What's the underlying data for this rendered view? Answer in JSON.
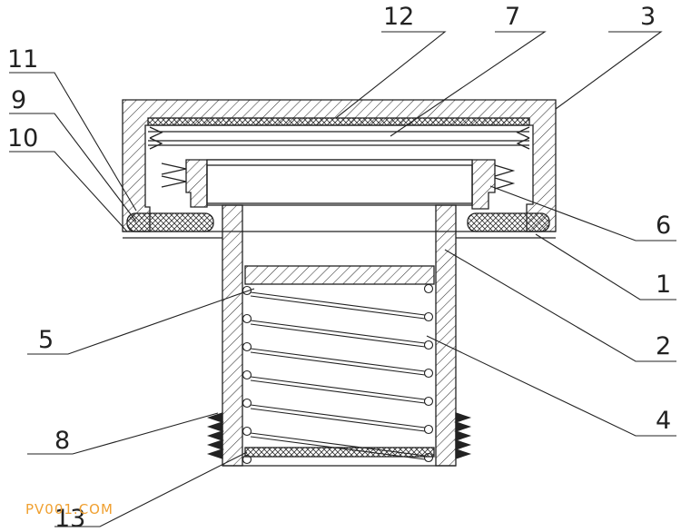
{
  "diagram": {
    "labels": {
      "l1": "1",
      "l2": "2",
      "l3": "3",
      "l4": "4",
      "l5": "5",
      "l6": "6",
      "l7": "7",
      "l8": "8",
      "l9": "9",
      "l10": "10",
      "l11": "11",
      "l12": "12",
      "l13": "13"
    },
    "watermark": "PV001.COM"
  },
  "colors": {
    "line": "#222222",
    "watermark": "#f0a030",
    "background": "#ffffff"
  }
}
